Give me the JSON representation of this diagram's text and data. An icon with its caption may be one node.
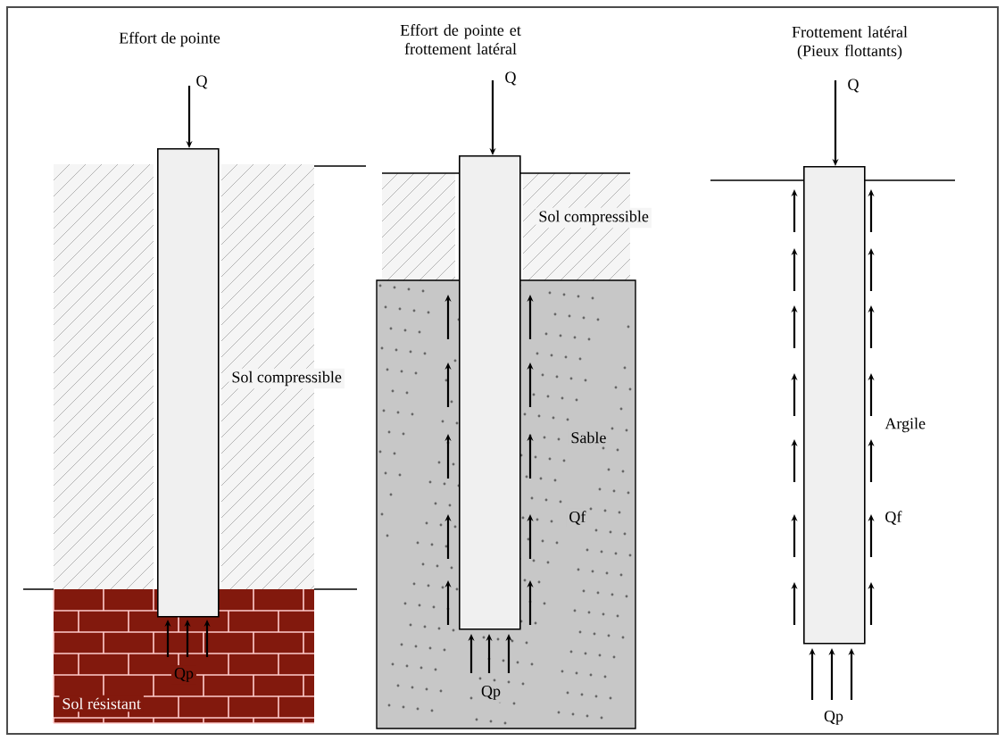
{
  "diagram": {
    "nodes": [
      {
        "text": [],
        "shape": "bar"
      },
      {
        "text": [],
        "shape": "bar"
      },
      {
        "text": [],
        "shape": "bar"
      }
    ],
    "labels": [
      "Effort de pointe",
      "Q",
      "Sol compressible",
      "Qp",
      "Sol résistant",
      "Effort de pointe et frottement latéral",
      "Q",
      "Sol compressible",
      "Sable",
      "Qf",
      "Qp",
      "Frottement latéral (Pieux flottants)",
      "Q",
      "Argile",
      "Qf",
      "Qp"
    ]
  }
}
